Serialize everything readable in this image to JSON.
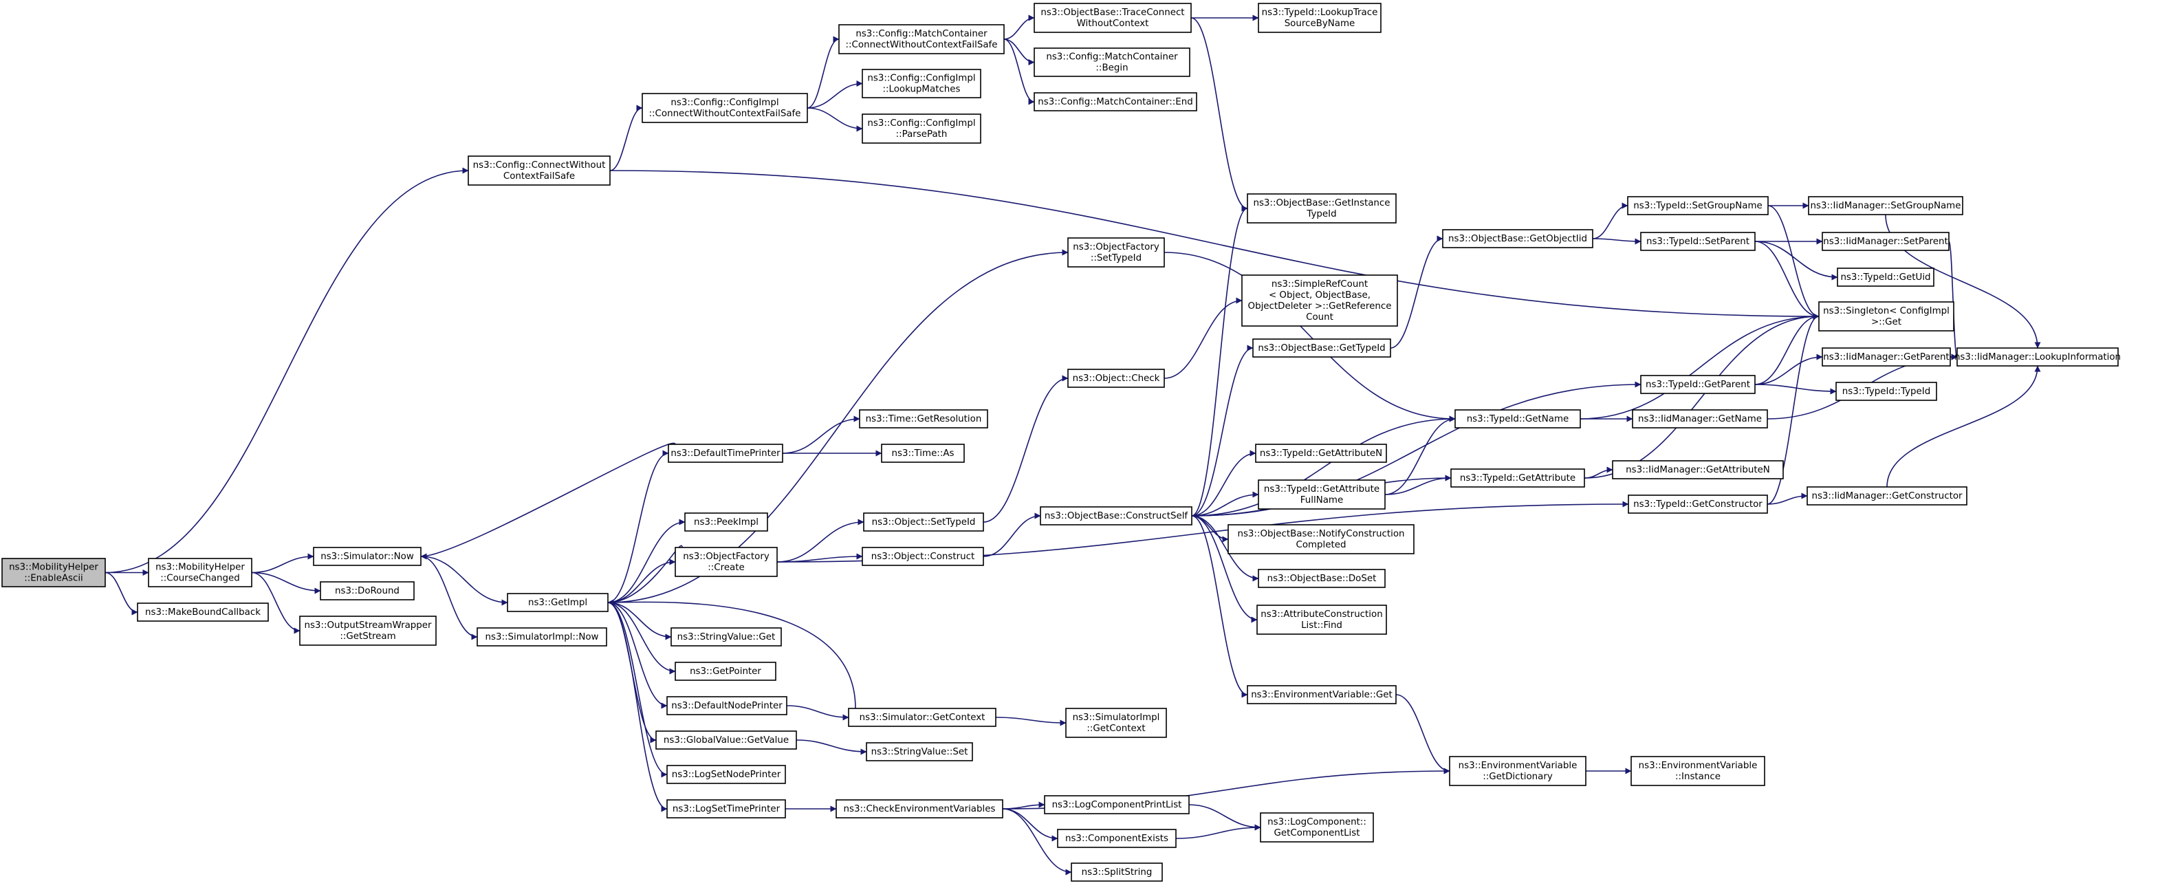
{
  "graph": {
    "root": "enable_ascii",
    "nodes": [
      {
        "id": "enable_ascii",
        "lines": [
          "ns3::MobilityHelper",
          "::EnableAscii"
        ]
      },
      {
        "id": "course_changed",
        "lines": [
          "ns3::MobilityHelper",
          "::CourseChanged"
        ]
      },
      {
        "id": "make_bound_callback",
        "lines": [
          "ns3::MakeBoundCallback"
        ]
      },
      {
        "id": "connect_without_ctx_failsafe",
        "lines": [
          "ns3::Config::ConnectWithout",
          "ContextFailSafe"
        ]
      },
      {
        "id": "configimpl_connect",
        "lines": [
          "ns3::Config::ConfigImpl",
          "::ConnectWithoutContextFailSafe"
        ]
      },
      {
        "id": "matchcontainer_connect",
        "lines": [
          "ns3::Config::MatchContainer",
          "::ConnectWithoutContextFailSafe"
        ]
      },
      {
        "id": "configimpl_lookup",
        "lines": [
          "ns3::Config::ConfigImpl",
          "::LookupMatches"
        ]
      },
      {
        "id": "configimpl_parsepath",
        "lines": [
          "ns3::Config::ConfigImpl",
          "::ParsePath"
        ]
      },
      {
        "id": "trace_connect",
        "lines": [
          "ns3::ObjectBase::TraceConnect",
          "WithoutContext"
        ]
      },
      {
        "id": "mc_begin",
        "lines": [
          "ns3::Config::MatchContainer",
          "::Begin"
        ]
      },
      {
        "id": "mc_end",
        "lines": [
          "ns3::Config::MatchContainer::End"
        ]
      },
      {
        "id": "lookup_trace",
        "lines": [
          "ns3::TypeId::LookupTrace",
          "SourceByName"
        ]
      },
      {
        "id": "simulator_now",
        "lines": [
          "ns3::Simulator::Now"
        ]
      },
      {
        "id": "doround",
        "lines": [
          "ns3::DoRound"
        ]
      },
      {
        "id": "osw_getstream",
        "lines": [
          "ns3::OutputStreamWrapper",
          "::GetStream"
        ]
      },
      {
        "id": "getimpl",
        "lines": [
          "ns3::GetImpl"
        ]
      },
      {
        "id": "simimpl_now",
        "lines": [
          "ns3::SimulatorImpl::Now"
        ]
      },
      {
        "id": "default_time_printer",
        "lines": [
          "ns3::DefaultTimePrinter"
        ]
      },
      {
        "id": "peekimpl",
        "lines": [
          "ns3::PeekImpl"
        ]
      },
      {
        "id": "objfactory_create",
        "lines": [
          "ns3::ObjectFactory",
          "::Create"
        ]
      },
      {
        "id": "stringvalue_get",
        "lines": [
          "ns3::StringValue::Get"
        ]
      },
      {
        "id": "getpointer",
        "lines": [
          "ns3::GetPointer"
        ]
      },
      {
        "id": "default_node_printer",
        "lines": [
          "ns3::DefaultNodePrinter"
        ]
      },
      {
        "id": "globalvalue_getvalue",
        "lines": [
          "ns3::GlobalValue::GetValue"
        ]
      },
      {
        "id": "logsetnodeprinter",
        "lines": [
          "ns3::LogSetNodePrinter"
        ]
      },
      {
        "id": "logsettimeprinter",
        "lines": [
          "ns3::LogSetTimePrinter"
        ]
      },
      {
        "id": "time_getresolution",
        "lines": [
          "ns3::Time::GetResolution"
        ]
      },
      {
        "id": "time_as",
        "lines": [
          "ns3::Time::As"
        ]
      },
      {
        "id": "object_settypeid",
        "lines": [
          "ns3::Object::SetTypeId"
        ]
      },
      {
        "id": "object_construct",
        "lines": [
          "ns3::Object::Construct"
        ]
      },
      {
        "id": "simulator_getcontext",
        "lines": [
          "ns3::Simulator::GetContext"
        ]
      },
      {
        "id": "stringvalue_set",
        "lines": [
          "ns3::StringValue::Set"
        ]
      },
      {
        "id": "check_env_vars",
        "lines": [
          "ns3::CheckEnvironmentVariables"
        ]
      },
      {
        "id": "objfactory_settypeid",
        "lines": [
          "ns3::ObjectFactory",
          "::SetTypeId"
        ]
      },
      {
        "id": "object_check",
        "lines": [
          "ns3::Object::Check"
        ]
      },
      {
        "id": "objbase_constructself",
        "lines": [
          "ns3::ObjectBase::ConstructSelf"
        ]
      },
      {
        "id": "simimpl_getcontext",
        "lines": [
          "ns3::SimulatorImpl",
          "::GetContext"
        ]
      },
      {
        "id": "logcomponentprintlist",
        "lines": [
          "ns3::LogComponentPrintList"
        ]
      },
      {
        "id": "componentexists",
        "lines": [
          "ns3::ComponentExists"
        ]
      },
      {
        "id": "splitstring",
        "lines": [
          "ns3::SplitString"
        ]
      },
      {
        "id": "objbase_getinstancetypeid",
        "lines": [
          "ns3::ObjectBase::GetInstance",
          "TypeId"
        ]
      },
      {
        "id": "simplerefcount",
        "lines": [
          "ns3::SimpleRefCount",
          "< Object, ObjectBase,",
          "ObjectDeleter >::GetReference",
          "Count"
        ]
      },
      {
        "id": "objbase_gettypeid",
        "lines": [
          "ns3::ObjectBase::GetTypeId"
        ]
      },
      {
        "id": "typeid_getattributen",
        "lines": [
          "ns3::TypeId::GetAttributeN"
        ]
      },
      {
        "id": "typeid_getattributefullname",
        "lines": [
          "ns3::TypeId::GetAttribute",
          "FullName"
        ]
      },
      {
        "id": "objbase_notifyconstruction",
        "lines": [
          "ns3::ObjectBase::NotifyConstruction",
          "Completed"
        ]
      },
      {
        "id": "objbase_doset",
        "lines": [
          "ns3::ObjectBase::DoSet"
        ]
      },
      {
        "id": "attrconstructionlist_find",
        "lines": [
          "ns3::AttributeConstruction",
          "List::Find"
        ]
      },
      {
        "id": "envvar_get",
        "lines": [
          "ns3::EnvironmentVariable::Get"
        ]
      },
      {
        "id": "logcomponent_getlist",
        "lines": [
          "ns3::LogComponent::",
          "GetComponentList"
        ]
      },
      {
        "id": "objbase_getobjectiid",
        "lines": [
          "ns3::ObjectBase::GetObjectIid"
        ]
      },
      {
        "id": "typeid_getname",
        "lines": [
          "ns3::TypeId::GetName"
        ]
      },
      {
        "id": "typeid_getattribute",
        "lines": [
          "ns3::TypeId::GetAttribute"
        ]
      },
      {
        "id": "envvar_getdictionary",
        "lines": [
          "ns3::EnvironmentVariable",
          "::GetDictionary"
        ]
      },
      {
        "id": "typeid_setgroupname",
        "lines": [
          "ns3::TypeId::SetGroupName"
        ]
      },
      {
        "id": "typeid_setparent",
        "lines": [
          "ns3::TypeId::SetParent"
        ]
      },
      {
        "id": "typeid_getparent",
        "lines": [
          "ns3::TypeId::GetParent"
        ]
      },
      {
        "id": "iidmanager_getname",
        "lines": [
          "ns3::IidManager::GetName"
        ]
      },
      {
        "id": "iidmanager_getattributen",
        "lines": [
          "ns3::IidManager::GetAttributeN"
        ]
      },
      {
        "id": "typeid_getconstructor",
        "lines": [
          "ns3::TypeId::GetConstructor"
        ]
      },
      {
        "id": "envvar_instance",
        "lines": [
          "ns3::EnvironmentVariable",
          "::Instance"
        ]
      },
      {
        "id": "iidmanager_setgroupname",
        "lines": [
          "ns3::IidManager::SetGroupName"
        ]
      },
      {
        "id": "iidmanager_setparent",
        "lines": [
          "ns3::IidManager::SetParent"
        ]
      },
      {
        "id": "typeid_getuid",
        "lines": [
          "ns3::TypeId::GetUid"
        ]
      },
      {
        "id": "singleton_get",
        "lines": [
          "ns3::Singleton< ConfigImpl",
          " >::Get"
        ]
      },
      {
        "id": "iidmanager_getparent",
        "lines": [
          "ns3::IidManager::GetParent"
        ]
      },
      {
        "id": "typeid_typeid",
        "lines": [
          "ns3::TypeId::TypeId"
        ]
      },
      {
        "id": "iidmanager_getconstructor",
        "lines": [
          "ns3::IidManager::GetConstructor"
        ]
      },
      {
        "id": "iidmanager_lookupinformation",
        "lines": [
          "ns3::IidManager::LookupInformation"
        ]
      }
    ],
    "edges": [
      [
        "enable_ascii",
        "connect_without_ctx_failsafe"
      ],
      [
        "enable_ascii",
        "course_changed"
      ],
      [
        "enable_ascii",
        "make_bound_callback"
      ],
      [
        "connect_without_ctx_failsafe",
        "configimpl_connect"
      ],
      [
        "connect_without_ctx_failsafe",
        "singleton_get"
      ],
      [
        "configimpl_connect",
        "matchcontainer_connect"
      ],
      [
        "configimpl_connect",
        "configimpl_lookup"
      ],
      [
        "configimpl_connect",
        "configimpl_parsepath"
      ],
      [
        "matchcontainer_connect",
        "trace_connect"
      ],
      [
        "matchcontainer_connect",
        "mc_begin"
      ],
      [
        "matchcontainer_connect",
        "mc_end"
      ],
      [
        "trace_connect",
        "lookup_trace"
      ],
      [
        "trace_connect",
        "objbase_getinstancetypeid"
      ],
      [
        "course_changed",
        "simulator_now"
      ],
      [
        "course_changed",
        "doround"
      ],
      [
        "course_changed",
        "osw_getstream"
      ],
      [
        "simulator_now",
        "getimpl"
      ],
      [
        "simulator_now",
        "simimpl_now"
      ],
      [
        "getimpl",
        "default_time_printer"
      ],
      [
        "getimpl",
        "peekimpl"
      ],
      [
        "getimpl",
        "objfactory_create"
      ],
      [
        "getimpl",
        "stringvalue_get"
      ],
      [
        "getimpl",
        "getpointer"
      ],
      [
        "getimpl",
        "default_node_printer"
      ],
      [
        "getimpl",
        "globalvalue_getvalue"
      ],
      [
        "getimpl",
        "logsetnodeprinter"
      ],
      [
        "getimpl",
        "logsettimeprinter"
      ],
      [
        "getimpl",
        "objfactory_settypeid"
      ],
      [
        "default_time_printer",
        "simulator_now"
      ],
      [
        "default_time_printer",
        "time_getresolution"
      ],
      [
        "default_time_printer",
        "time_as"
      ],
      [
        "objfactory_create",
        "getimpl"
      ],
      [
        "objfactory_create",
        "object_settypeid"
      ],
      [
        "objfactory_create",
        "object_construct"
      ],
      [
        "objfactory_create",
        "typeid_getconstructor"
      ],
      [
        "default_node_printer",
        "simulator_getcontext"
      ],
      [
        "simulator_getcontext",
        "getimpl"
      ],
      [
        "simulator_getcontext",
        "simimpl_getcontext"
      ],
      [
        "globalvalue_getvalue",
        "stringvalue_set"
      ],
      [
        "logsettimeprinter",
        "check_env_vars"
      ],
      [
        "object_settypeid",
        "object_check"
      ],
      [
        "object_check",
        "simplerefcount"
      ],
      [
        "object_construct",
        "objbase_constructself"
      ],
      [
        "objfactory_settypeid",
        "typeid_getname"
      ],
      [
        "objbase_constructself",
        "objbase_getinstancetypeid"
      ],
      [
        "objbase_constructself",
        "objbase_gettypeid"
      ],
      [
        "objbase_constructself",
        "typeid_getname"
      ],
      [
        "objbase_constructself",
        "typeid_getparent"
      ],
      [
        "objbase_constructself",
        "typeid_getattributen"
      ],
      [
        "objbase_constructself",
        "typeid_getattributefullname"
      ],
      [
        "objbase_constructself",
        "typeid_getattribute"
      ],
      [
        "objbase_constructself",
        "objbase_notifyconstruction"
      ],
      [
        "objbase_constructself",
        "objbase_doset"
      ],
      [
        "objbase_constructself",
        "attrconstructionlist_find"
      ],
      [
        "objbase_constructself",
        "envvar_get"
      ],
      [
        "check_env_vars",
        "envvar_getdictionary"
      ],
      [
        "check_env_vars",
        "logcomponentprintlist"
      ],
      [
        "check_env_vars",
        "componentexists"
      ],
      [
        "check_env_vars",
        "splitstring"
      ],
      [
        "logcomponentprintlist",
        "logcomponent_getlist"
      ],
      [
        "componentexists",
        "logcomponent_getlist"
      ],
      [
        "envvar_get",
        "envvar_getdictionary"
      ],
      [
        "envvar_getdictionary",
        "envvar_instance"
      ],
      [
        "objbase_gettypeid",
        "objbase_getobjectiid"
      ],
      [
        "objbase_getobjectiid",
        "typeid_setgroupname"
      ],
      [
        "objbase_getobjectiid",
        "typeid_setparent"
      ],
      [
        "typeid_setgroupname",
        "iidmanager_setgroupname"
      ],
      [
        "typeid_setgroupname",
        "singleton_get"
      ],
      [
        "typeid_setparent",
        "iidmanager_setparent"
      ],
      [
        "typeid_setparent",
        "typeid_getuid"
      ],
      [
        "typeid_setparent",
        "singleton_get"
      ],
      [
        "typeid_getattributefullname",
        "typeid_getname"
      ],
      [
        "typeid_getattributefullname",
        "typeid_getattribute"
      ],
      [
        "typeid_getname",
        "iidmanager_getname"
      ],
      [
        "typeid_getname",
        "singleton_get"
      ],
      [
        "typeid_getattribute",
        "iidmanager_getattributen"
      ],
      [
        "typeid_getattribute",
        "singleton_get"
      ],
      [
        "typeid_getparent",
        "iidmanager_getparent"
      ],
      [
        "typeid_getparent",
        "typeid_typeid"
      ],
      [
        "typeid_getparent",
        "singleton_get"
      ],
      [
        "typeid_getconstructor",
        "iidmanager_getconstructor"
      ],
      [
        "typeid_getconstructor",
        "singleton_get"
      ],
      [
        "iidmanager_setgroupname",
        "iidmanager_lookupinformation"
      ],
      [
        "iidmanager_setparent",
        "iidmanager_lookupinformation"
      ],
      [
        "iidmanager_getparent",
        "iidmanager_lookupinformation"
      ],
      [
        "iidmanager_getname",
        "iidmanager_lookupinformation"
      ],
      [
        "iidmanager_getconstructor",
        "iidmanager_lookupinformation"
      ]
    ]
  }
}
